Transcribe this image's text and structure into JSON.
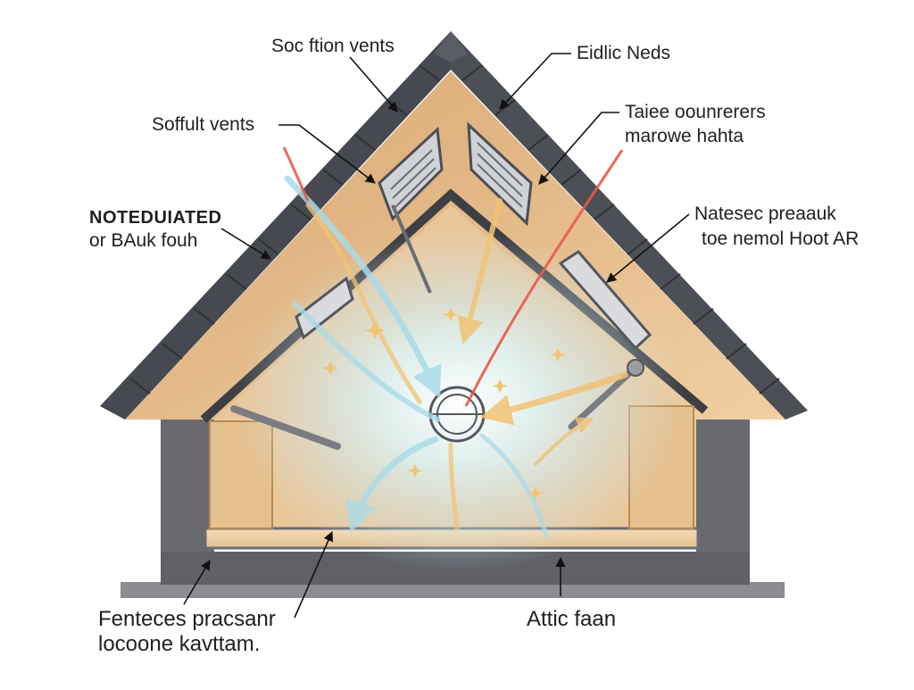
{
  "labels": {
    "top_left": "Soc ftion vents",
    "top_right": "Eidlic Neds",
    "soffit": "Soffult vents",
    "right_1a": "Taiee oounrerers",
    "right_1b": "marowe hahta",
    "left_2a": "NOTEDUIATED",
    "left_2b": "or BAuk fouh",
    "right_2a": "Natesec preaauk",
    "right_2b": "toe nemol Hoot AR",
    "bottom_left_a": "Fenteces pracsanr",
    "bottom_left_b": "locoone kavttam.",
    "bottom_right": "Attic faan"
  },
  "colors": {
    "roof": "#4d4f55",
    "wall": "#6a6c72",
    "wood": "#e3b785",
    "wood_dark": "#c99660",
    "glow": "#dff4f6",
    "warm_arrow": "#f2c374",
    "cool_arrow": "#9fd7e6",
    "hot_line": "#e9584a"
  }
}
